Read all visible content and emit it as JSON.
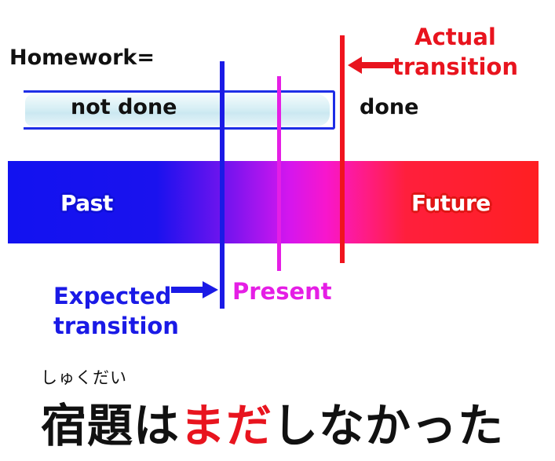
{
  "homework_label": "Homework=",
  "status": {
    "not_done": "not done",
    "done": "done"
  },
  "timeline": {
    "past": "Past",
    "future": "Future"
  },
  "markers": {
    "actual": "Actual transition",
    "expected": "Expected transition",
    "present": "Present"
  },
  "japanese": {
    "furigana": "しゅくだい",
    "kanji": "宿題は",
    "highlight": "まだ",
    "rest": "しなかった"
  },
  "colors": {
    "past_blue": "#1212f0",
    "present_magenta": "#e51ee5",
    "future_red": "#ff1f22",
    "expected_line": "#1a1ae6",
    "actual_line": "#f0141e"
  }
}
